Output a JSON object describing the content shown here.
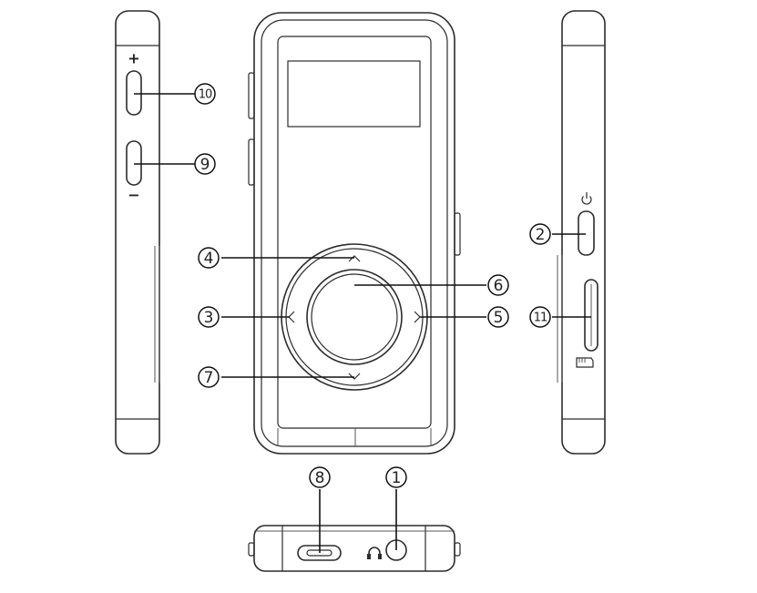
{
  "callouts": [
    {
      "id": "1",
      "label": "1"
    },
    {
      "id": "2",
      "label": "2"
    },
    {
      "id": "3",
      "label": "3"
    },
    {
      "id": "4",
      "label": "4"
    },
    {
      "id": "5",
      "label": "5"
    },
    {
      "id": "6",
      "label": "6"
    },
    {
      "id": "7",
      "label": "7"
    },
    {
      "id": "8",
      "label": "8"
    },
    {
      "id": "9",
      "label": "9"
    },
    {
      "id": "10",
      "label": "10"
    },
    {
      "id": "11",
      "label": "11"
    }
  ],
  "symbols": {
    "plus": "+",
    "minus": "−"
  },
  "icons": [
    "power-icon",
    "headphone-icon",
    "microsd-card-icon",
    "chevron-up-icon",
    "chevron-down-icon",
    "chevron-left-icon",
    "chevron-right-icon"
  ]
}
